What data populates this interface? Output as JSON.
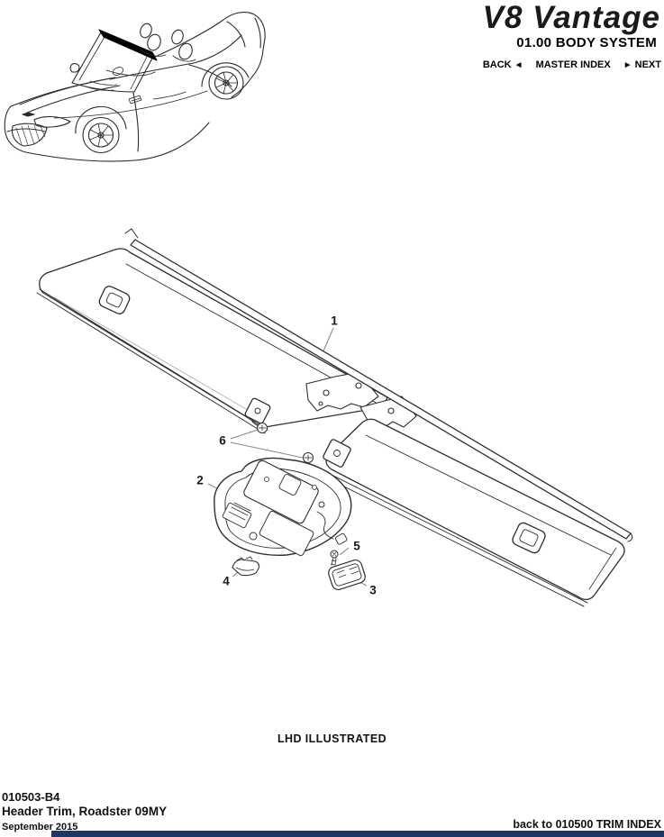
{
  "brand": {
    "logo": "V8 Vantage",
    "system": "01.00 BODY SYSTEM"
  },
  "nav": {
    "back_label": "BACK",
    "back_arrow": "◄",
    "master_index_label": "MASTER INDEX",
    "next_arrow": "►",
    "next_label": "NEXT"
  },
  "diagram": {
    "callouts": [
      "1",
      "2",
      "3",
      "4",
      "5",
      "6"
    ],
    "note": "LHD ILLUSTRATED"
  },
  "footer": {
    "doc_code": "010503-B4",
    "doc_title": "Header Trim, Roadster 09MY",
    "date": "September 2015",
    "back_link": "back to 010500 TRIM INDEX"
  },
  "colors": {
    "footer_bar": "#1b3764",
    "line": "#2b2b2b"
  }
}
